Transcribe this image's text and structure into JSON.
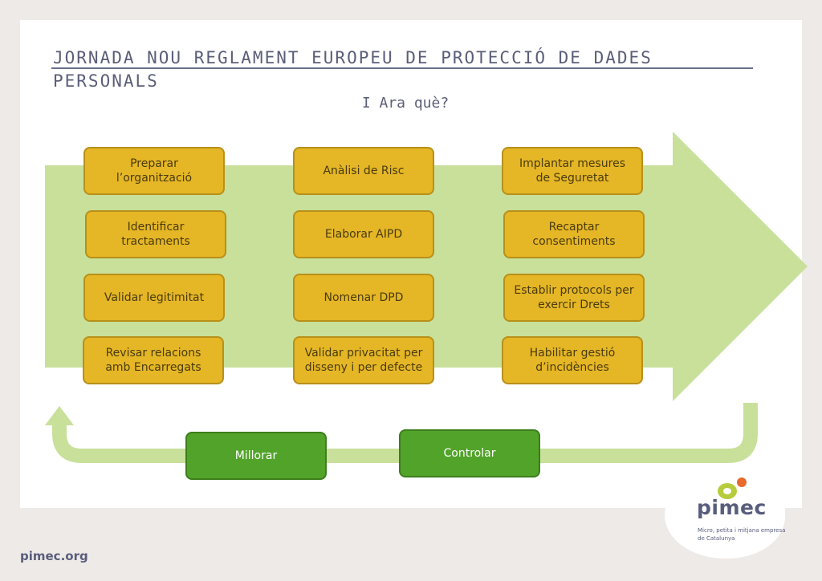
{
  "header": {
    "title": "JORNADA  NOU REGLAMENT EUROPEU  DE PROTECCIÓ DE DADES PERSONALS",
    "subtitle": "I Ara què?"
  },
  "steps": {
    "column1": [
      "Preparar l’organització",
      "Identificar tractaments",
      "Validar legitimitat",
      "Revisar relacions amb Encarregats"
    ],
    "column2": [
      "Anàlisi de Risc",
      "Elaborar AIPD",
      "Nomenar DPD",
      "Validar privacitat per disseny i per defecte"
    ],
    "column3": [
      "Implantar mesures de Seguretat",
      "Recaptar consentiments",
      "Establir protocols per exercir Drets",
      "Habilitar gestió d’incidències"
    ]
  },
  "cycle": {
    "improve": "Millorar",
    "control": "Controlar"
  },
  "logo": {
    "name": "pimec",
    "tagline": "Micro, petita i mitjana empresa de Catalunya"
  },
  "footer": {
    "url": "pimec.org"
  },
  "colors": {
    "arrow": "#c8e09a",
    "step_box": "#e5b625",
    "cycle_box": "#52a32a",
    "text_primary": "#5a5e78",
    "logo_green": "#b6cc3c",
    "logo_orange": "#e86a2c"
  }
}
